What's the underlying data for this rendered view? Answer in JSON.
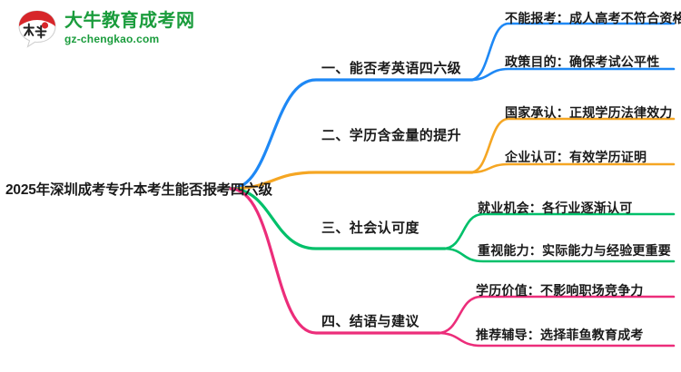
{
  "logo": {
    "mark_text": "大牛",
    "title": "大牛教育成考网",
    "subtitle": "gz-chengkao.com",
    "brand_green": "#1a9c3c",
    "brand_red": "#d7262a"
  },
  "mindmap": {
    "root": {
      "label": "2025年深圳成考专升本考生能否报考四六级"
    },
    "branches": [
      {
        "label": "一、能否考英语四六级",
        "color": "#1E88F5",
        "children": [
          {
            "label": "不能报考：成人高考不符合资格"
          },
          {
            "label": "政策目的：确保考试公平性"
          }
        ]
      },
      {
        "label": "二、学历含金量的提升",
        "color": "#F5A623",
        "children": [
          {
            "label": "国家承认：正规学历法律效力"
          },
          {
            "label": "企业认可：有效学历证明"
          }
        ]
      },
      {
        "label": "三、社会认可度",
        "color": "#00C06A",
        "children": [
          {
            "label": "就业机会：各行业逐渐认可"
          },
          {
            "label": "重视能力：实际能力与经验更重要"
          }
        ]
      },
      {
        "label": "四、结语与建议",
        "color": "#EC2D7A",
        "children": [
          {
            "label": "学历价值：不影响职场竞争力"
          },
          {
            "label": "推荐辅导：选择菲鱼教育成考"
          }
        ]
      }
    ]
  }
}
